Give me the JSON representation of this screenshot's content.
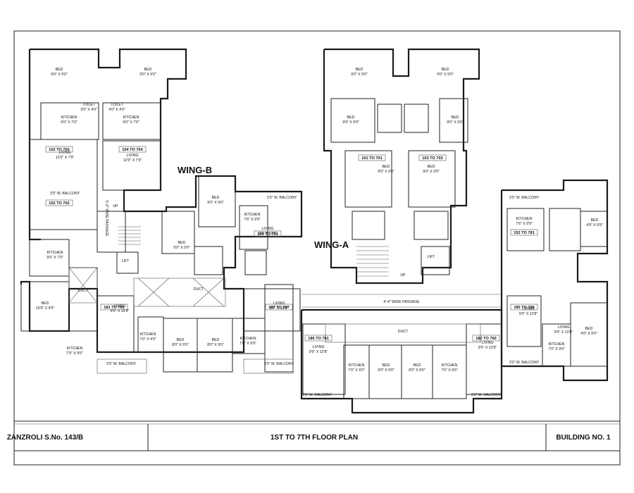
{
  "title_block": {
    "site": "ZANZROLI S.No. 143/B",
    "plan_title": "1ST TO 7TH FLOOR PLAN",
    "building": "BUILDING NO. 1"
  },
  "wings": {
    "wing_a": "WING-A",
    "wing_b": "WING-B"
  },
  "circulation": {
    "lift": "LIFT",
    "duct": "DUCT",
    "up": "UP",
    "passage": "4'-4\" WIDE PASSAGE",
    "side_passage": "5'-0\" WIDE PASSAGE"
  },
  "rooms": [
    {
      "name": "BED",
      "dim": "9'0\" X 9'0\""
    },
    {
      "name": "BED",
      "dim": "9'0\" X 9'0\""
    },
    {
      "name": "BED",
      "dim": "9'0\" X 9'0\""
    },
    {
      "name": "BED",
      "dim": "9'0\" X 9'0\""
    },
    {
      "name": "KITCHEN",
      "dim": "9'0\" X 7'0\""
    },
    {
      "name": "KITCHEN",
      "dim": "9'0\" X 7'0\""
    },
    {
      "name": "TOILET",
      "dim": "3'9\" X 4'0\""
    },
    {
      "name": "TOILET",
      "dim": "4'0\" X 4'0\""
    },
    {
      "name": "BED",
      "dim": "9'0\" X 9'0\""
    },
    {
      "name": "BED",
      "dim": "9'0\" X 9'0\""
    },
    {
      "name": "BED",
      "dim": "9'0\" X 9'0\""
    },
    {
      "name": "BED",
      "dim": "9'0\" X 9'0\""
    },
    {
      "name": "LIVING",
      "dim": "12'0\" X 7'9\""
    },
    {
      "name": "LIVING",
      "dim": "12'0\" X 7'9\""
    },
    {
      "name": "BED",
      "dim": "9'0\" X 9'0\""
    },
    {
      "name": "KITCHEN",
      "dim": "7'6\" X 9'9\""
    },
    {
      "name": "BED",
      "dim": "9'0\" X 9'0\""
    },
    {
      "name": "LIVING",
      "dim": "9'0\" X 12'8\""
    },
    {
      "name": "KITCHEN",
      "dim": "9'0\" X 7'0\""
    },
    {
      "name": "KITCHEN",
      "dim": "7'9\" X 9'0\""
    },
    {
      "name": "BED",
      "dim": "15'0\" X 9'0\""
    },
    {
      "name": "LIVING",
      "dim": "9'0\" X 12'9\""
    },
    {
      "name": "KITCHEN",
      "dim": "7'0\" X 4'0\""
    },
    {
      "name": "BED",
      "dim": "8'0\" X 9'0\""
    },
    {
      "name": "BED",
      "dim": "8'0\" X 9'0\""
    },
    {
      "name": "KITCHEN",
      "dim": "7'6\" X 9'9\""
    },
    {
      "name": "LIVING",
      "dim": "9'0\" X 12'8\""
    },
    {
      "name": "LIVING",
      "dim": "9'0\" X 12'8\""
    },
    {
      "name": "KITCHEN",
      "dim": "7'0\" X 9'0\""
    },
    {
      "name": "BED",
      "dim": "9'0\" X 9'0\""
    },
    {
      "name": "BED",
      "dim": "8'0\" X 9'0\""
    },
    {
      "name": "KITCHEN",
      "dim": "7'0\" X 9'6\""
    },
    {
      "name": "LIVING",
      "dim": "9'0\" X 12'8\""
    },
    {
      "name": "KITCHEN",
      "dim": "7'6\" X 9'9\""
    },
    {
      "name": "BED",
      "dim": "4'9\" X 9'9\""
    },
    {
      "name": "LIVING",
      "dim": "9'0\" X 12'8\""
    },
    {
      "name": "LIVING",
      "dim": "9'0\" X 12'8\""
    },
    {
      "name": "KITCHEN",
      "dim": "7'0\" X 9'0\""
    },
    {
      "name": "BED",
      "dim": "4'0\" X 9'0\""
    }
  ],
  "balconies": [
    "3'3\" W. BALCONY",
    "3'3\" W. BALCONY",
    "3'3\" W. BALCONY",
    "3'3\" W. BALCONY",
    "3'3\" W. BALCONY",
    "3'3\" W. BALCONY",
    "3'3\" W. BALCONY",
    "3'3\" W. BALCONY"
  ],
  "flat_tags": [
    "102 TO 702",
    "104 TO 704",
    "101 TO 701",
    "103 TO 703",
    "102 TO 702",
    "104 TO 704",
    "152 TO 781",
    "181 TO 781",
    "187 TO 297",
    "186 TO 781",
    "182 TO 760",
    "185 TO 796"
  ],
  "colors": {
    "line": "#1a1a1a",
    "paper": "#ffffff"
  }
}
